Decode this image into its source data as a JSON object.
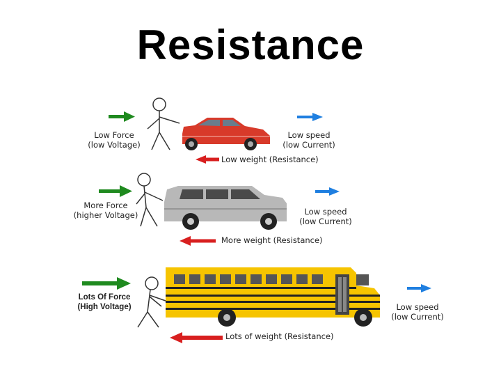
{
  "title": "Resistance",
  "colors": {
    "force_arrow": "#1f8a1f",
    "resistance_arrow": "#d81f1f",
    "speed_arrow": "#1f7fe0",
    "car_body": "#d83a2a",
    "suv_body": "#b8b8b8",
    "bus_body": "#f6c400"
  },
  "rows": [
    {
      "vehicle_icon": "red-car-icon",
      "force_line1": "Low Force",
      "force_line2": "(low Voltage)",
      "speed_line1": "Low speed",
      "speed_line2": "(low Current)",
      "resistance": "Low weight (Resistance)"
    },
    {
      "vehicle_icon": "silver-suv-icon",
      "force_line1": "More Force",
      "force_line2": "(higher Voltage)",
      "speed_line1": "Low speed",
      "speed_line2": "(low Current)",
      "resistance": "More weight (Resistance)"
    },
    {
      "vehicle_icon": "yellow-school-bus-icon",
      "force_line1": "Lots Of Force",
      "force_line2": "(High Voltage)",
      "speed_line1": "Low speed",
      "speed_line2": "(low Current)",
      "resistance": "Lots of weight (Resistance)"
    }
  ]
}
